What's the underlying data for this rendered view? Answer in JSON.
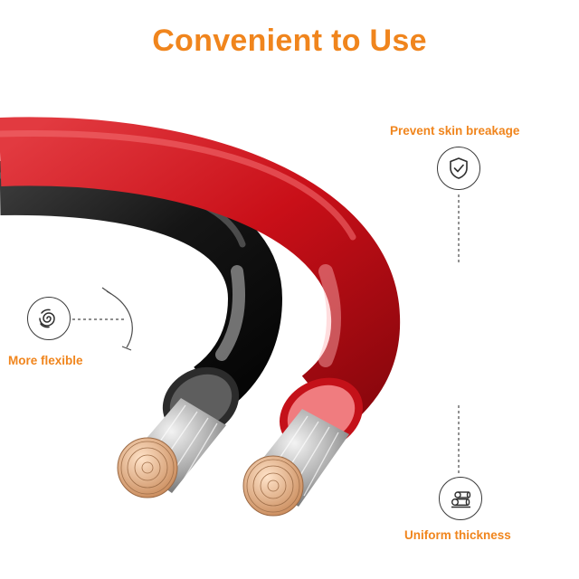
{
  "title": "Convenient to Use",
  "colors": {
    "accent": "#F0851D",
    "cable_red": "#D8111A",
    "cable_black": "#1B1B1B",
    "copper": "#E7B58C",
    "line": "#4a4a4a"
  },
  "features": [
    {
      "label": "Prevent skin breakage",
      "icon": "shield-check-icon"
    },
    {
      "label": "More flexible",
      "icon": "spiral-coil-icon"
    },
    {
      "label": "Uniform thickness",
      "icon": "cylinder-stack-icon"
    }
  ]
}
